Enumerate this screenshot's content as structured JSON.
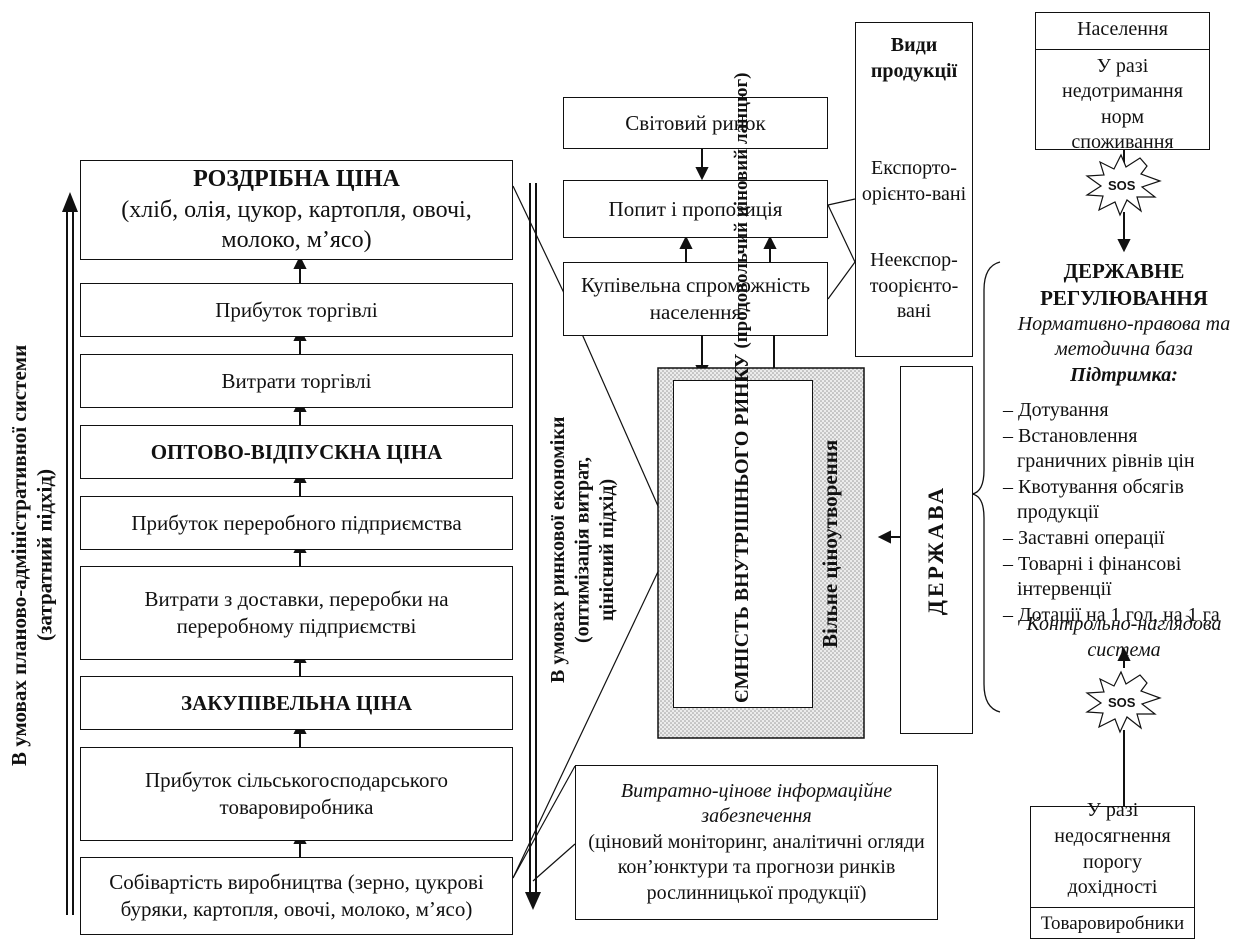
{
  "chain": {
    "retail_title": "РОЗДРІБНА ЦІНА",
    "retail_sub": "(хліб, олія, цукор, картопля, овочі, молоко, м’ясо)",
    "trade_profit": "Прибуток торгівлі",
    "trade_costs": "Витрати торгівлі",
    "wholesale": "ОПТОВО-ВІДПУСКНА ЦІНА",
    "processor_profit": "Прибуток переробного підприємства",
    "delivery_costs": "Витрати з доставки, переробки на переробному підприємстві",
    "purchase": "ЗАКУПІВЕЛЬНА ЦІНА",
    "farmer_profit": "Прибуток сільськогосподарського товаровиробника",
    "cost": "Собівартість виробництва (зерно, цукрові буряки, картопля, овочі, молоко, м’ясо)"
  },
  "left_axis": {
    "line1": "В умовах планово-адміністративної системи",
    "line2": "(затратний підхід)"
  },
  "middle_axis": {
    "line1": "В умовах ринкової економіки",
    "line2": "(оптимізація витрат,",
    "line3": "цінісний підхід)"
  },
  "market": {
    "world": "Світовий ринок",
    "supply_demand": "Попит і пропозиція",
    "purchasing_power": "Купівельна спроможність населення"
  },
  "product_types": {
    "title": "Види продукції",
    "export": "Експорто-орієнто-вані",
    "non_export": "Неекспор-тоорієнто-вані"
  },
  "capacity": {
    "title": "ЄМНІСТЬ ВНУТРІШНЬОГО РИНКУ",
    "sub": "(продовольчий ціновий ланцюг)",
    "free_pricing": "Вільне ціноутворення"
  },
  "state": "ДЕРЖАВА",
  "info": {
    "title": "Витратно-цінове інформаційне забезпечення",
    "sub": "(ціновий моніторинг, аналітичні огляди кон’юнктури та прогнози ринків рослинницької продукції)"
  },
  "population": {
    "header": "Населення",
    "text": "У разі недотримання норм споживання"
  },
  "producers": {
    "text": "У разі недосягнення порогу дохідності",
    "footer": "Товаровиробники"
  },
  "sos": "SOS",
  "regulation": {
    "title": "ДЕРЖАВНЕ РЕГУЛЮВАННЯ",
    "base": "Нормативно-правова та методична база",
    "support": "Підтримка:",
    "items": [
      "– Дотування",
      "– Встановлення граничних рівнів цін",
      "– Квотування обсягів продукції",
      "– Заставні операції",
      "– Товарні і фінансові інтервенції",
      "– Дотації на 1 гол, на 1 га"
    ],
    "control": "Контрольно-наглядова система"
  }
}
